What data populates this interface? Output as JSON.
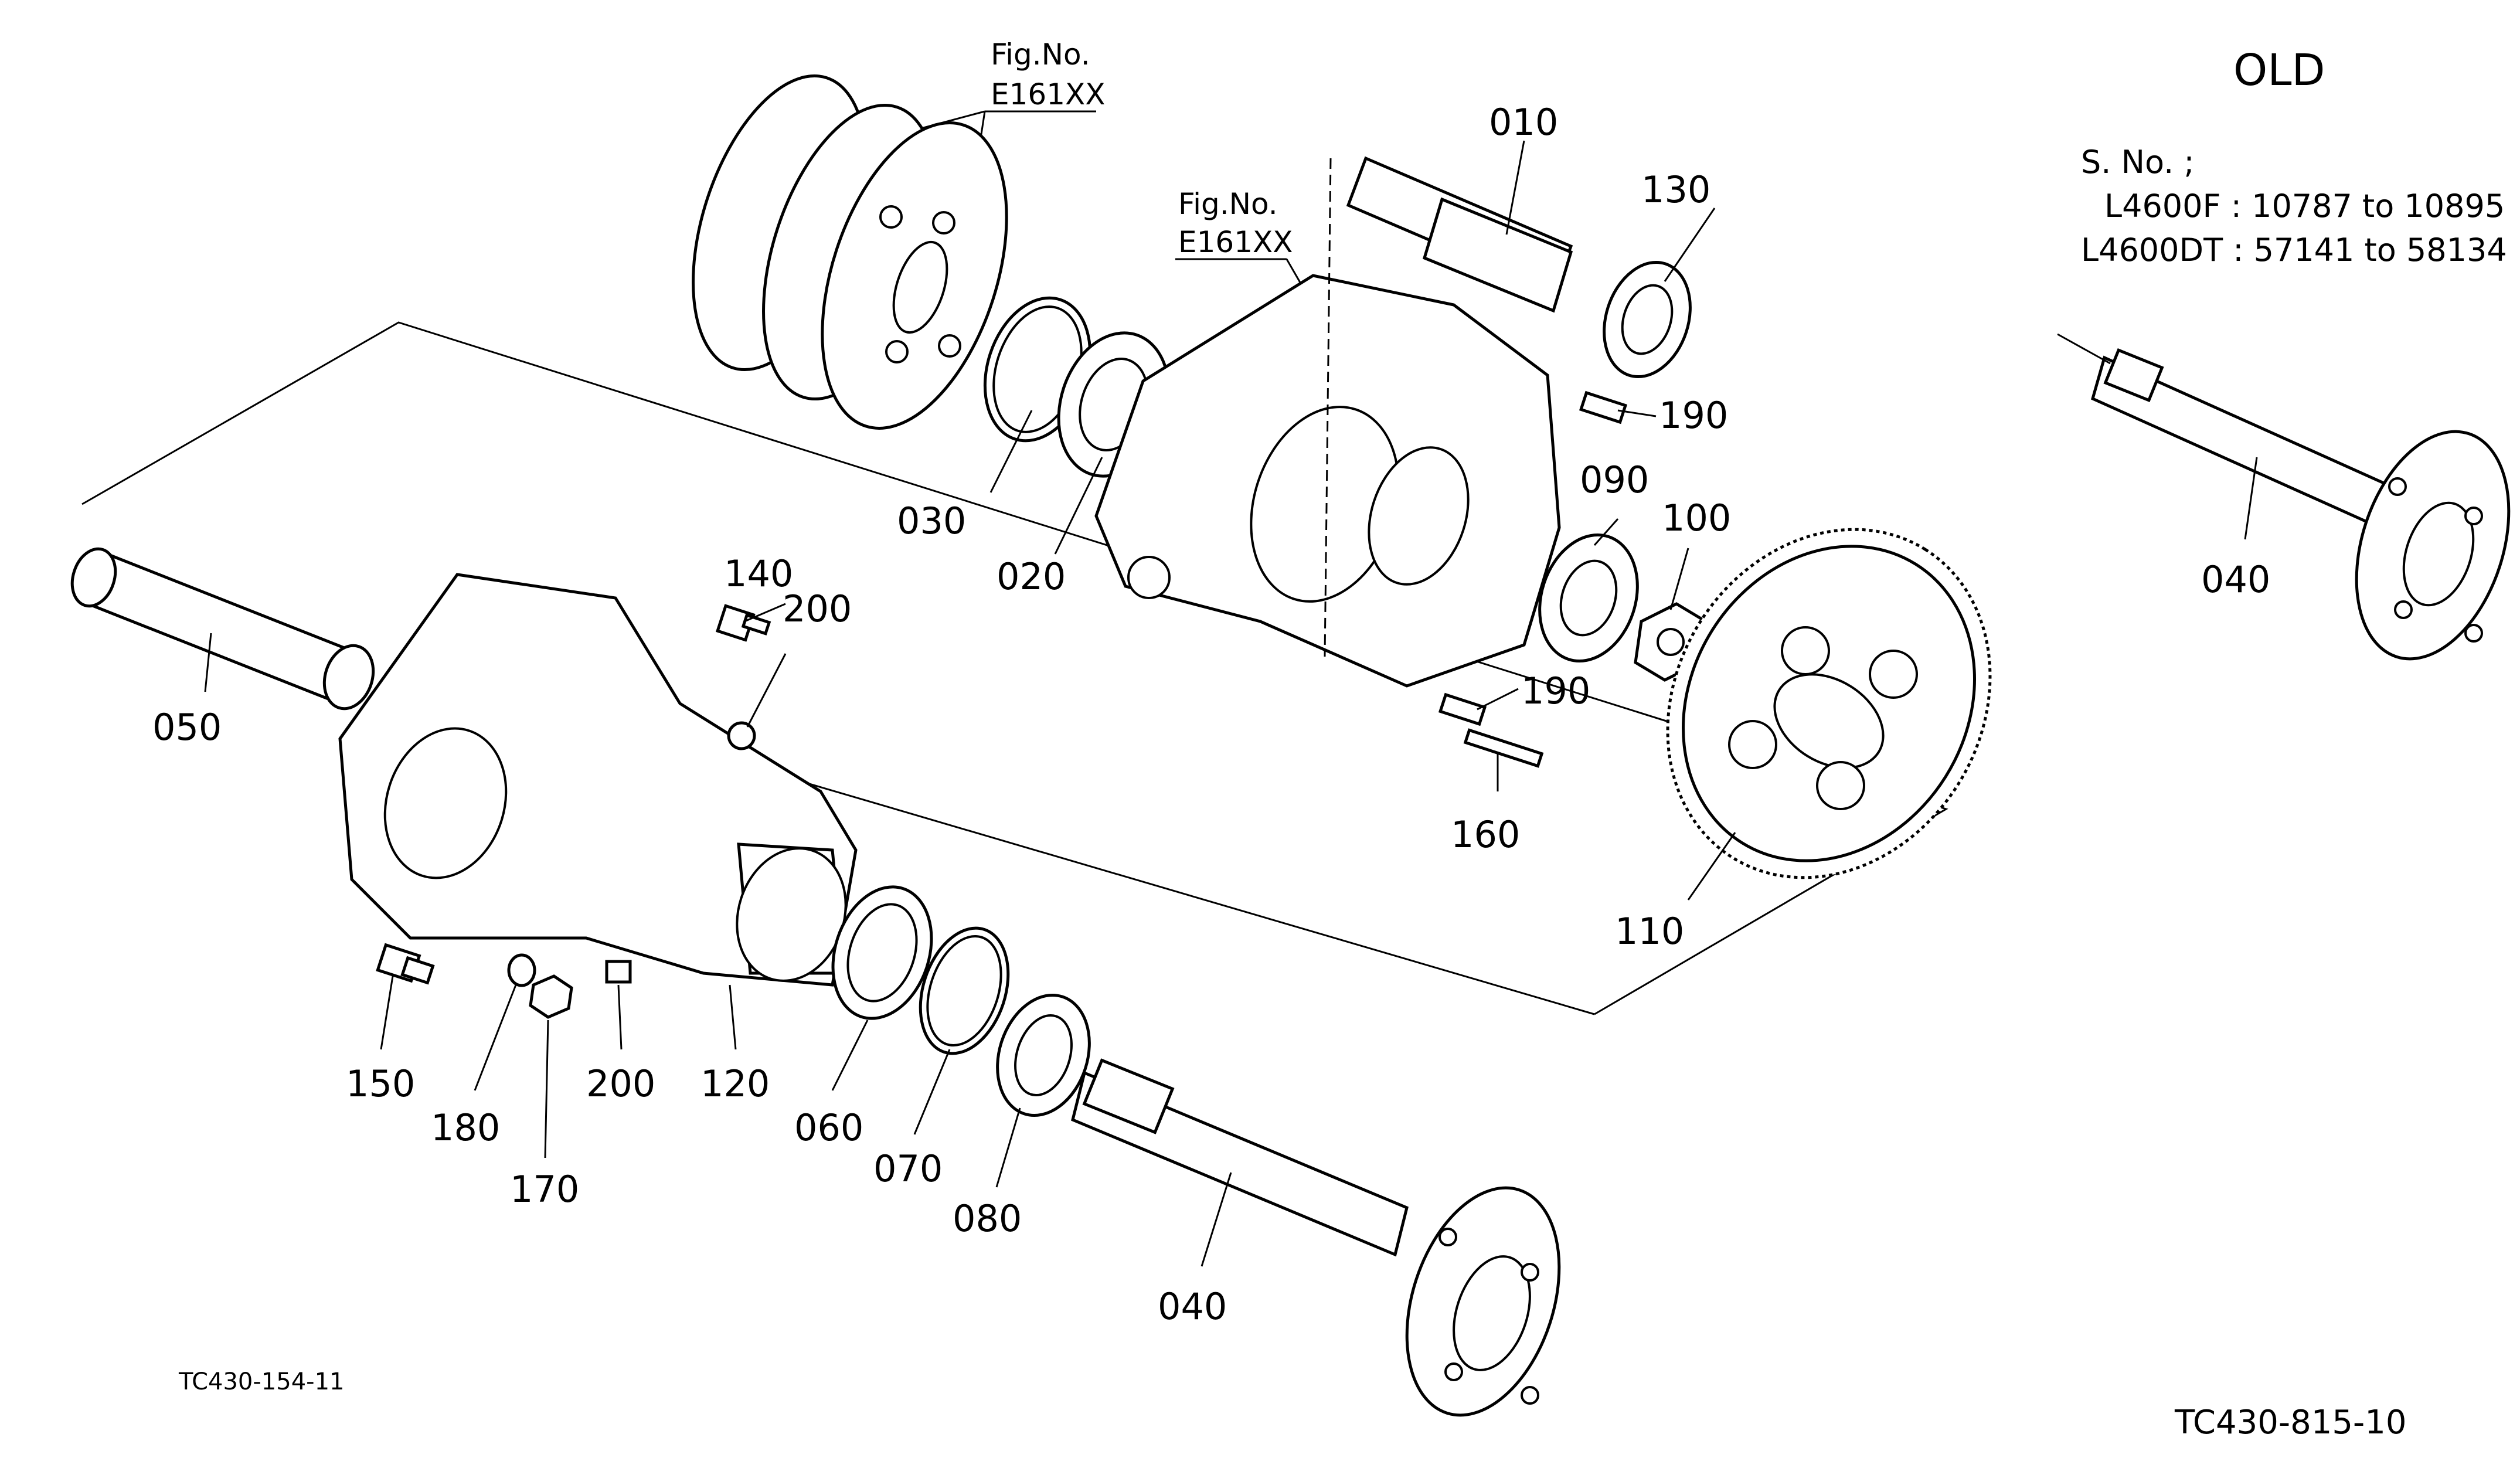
{
  "header": {
    "title": "OLD",
    "serial_heading": "S. No. ;",
    "serial_lines": [
      "L4600F : 10787 to 10895",
      "L4600DT : 57141 to 58134"
    ]
  },
  "fig_refs": [
    {
      "label": "Fig.No.",
      "ref": "E161XX"
    },
    {
      "label": "Fig.No.",
      "ref": "E161XX"
    }
  ],
  "parts": {
    "p010": "010",
    "p130": "130",
    "p190a": "190",
    "p190b": "190",
    "p090": "090",
    "p100": "100",
    "p030": "030",
    "p020": "020",
    "p140": "140",
    "p200a": "200",
    "p050": "050",
    "p160": "160",
    "p110": "110",
    "p150": "150",
    "p180": "180",
    "p170": "170",
    "p200b": "200",
    "p120": "120",
    "p060": "060",
    "p070": "070",
    "p080": "080",
    "p040": "040",
    "p040old": "040"
  },
  "footer": {
    "left_code": "TC430-154-11",
    "right_code": "TC430-815-10"
  }
}
